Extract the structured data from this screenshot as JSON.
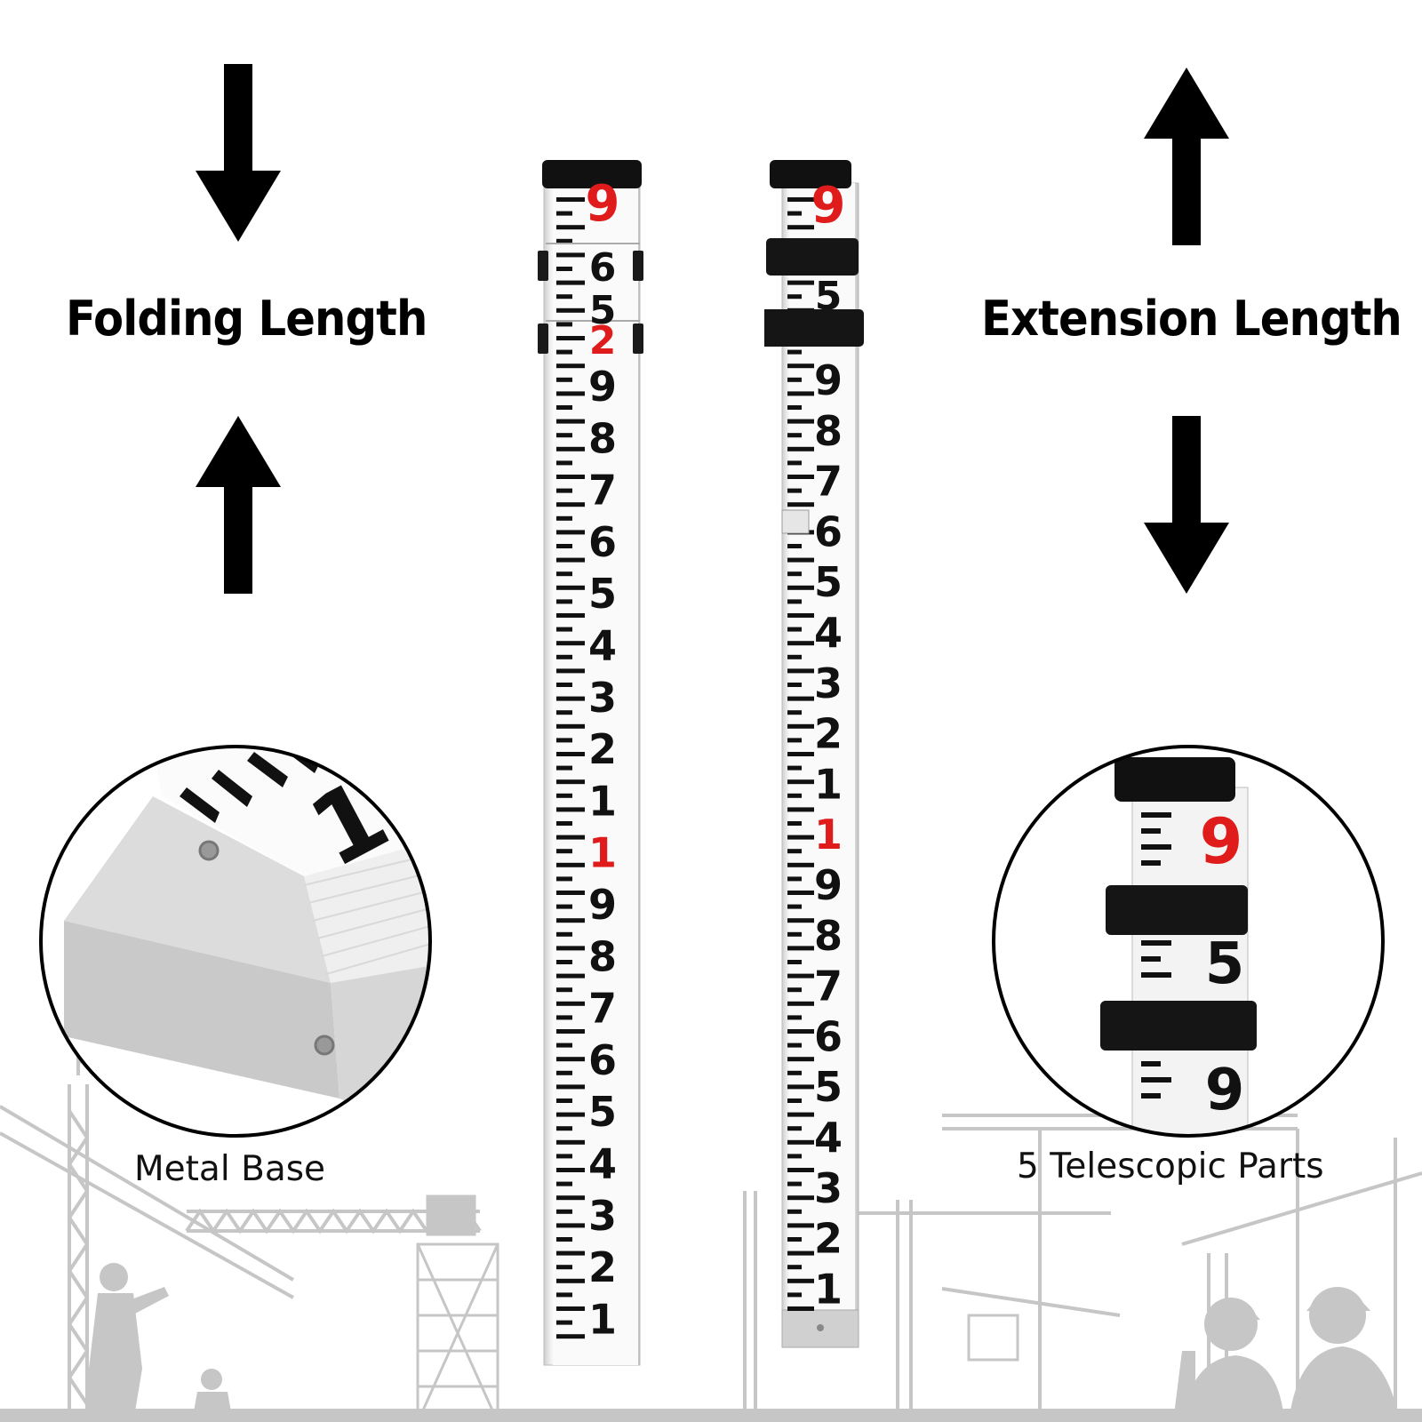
{
  "headings": {
    "folding": "Folding Length",
    "extension": "Extension Length"
  },
  "captions": {
    "metal_base": "Metal Base",
    "telescopic": "5 Telescopic Parts"
  },
  "left_rod": {
    "upper_digits": [
      "9",
      "6",
      "5",
      "2"
    ],
    "main_digits": [
      "9",
      "8",
      "7",
      "6",
      "5",
      "4",
      "3",
      "2",
      "1",
      "1",
      "9",
      "8",
      "7",
      "6",
      "5",
      "4",
      "3",
      "2",
      "1"
    ]
  },
  "right_rod": {
    "upper_digits": [
      "9",
      "5"
    ],
    "main_digits": [
      "9",
      "8",
      "7",
      "6",
      "5",
      "4",
      "3",
      "2",
      "1",
      "1",
      "9",
      "8",
      "7",
      "6",
      "5",
      "4",
      "3",
      "2",
      "1"
    ]
  },
  "metal_base_detail": {
    "digit": "1"
  },
  "telescopic_detail": {
    "digits": [
      "9",
      "5",
      "9"
    ]
  },
  "colors": {
    "scale_red": "#e01b1b",
    "scale_black": "#111111",
    "silhouette": "#c4c4c4",
    "rod_white": "#f7f7f7"
  },
  "icons": [
    "arrow-down-icon",
    "arrow-up-icon"
  ]
}
